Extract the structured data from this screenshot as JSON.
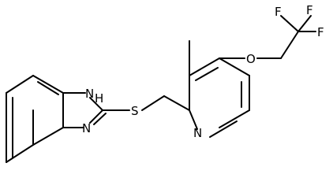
{
  "molecule": {
    "atom_labels": {
      "nh": "H",
      "nh_n": "N",
      "n_benzimidazole": "N",
      "s": "S",
      "n_pyridine": "N",
      "o": "O",
      "f1": "F",
      "f2": "F",
      "f3": "F"
    },
    "colors": {
      "bond": "#000000",
      "label": "#000000",
      "background": "#ffffff"
    }
  }
}
